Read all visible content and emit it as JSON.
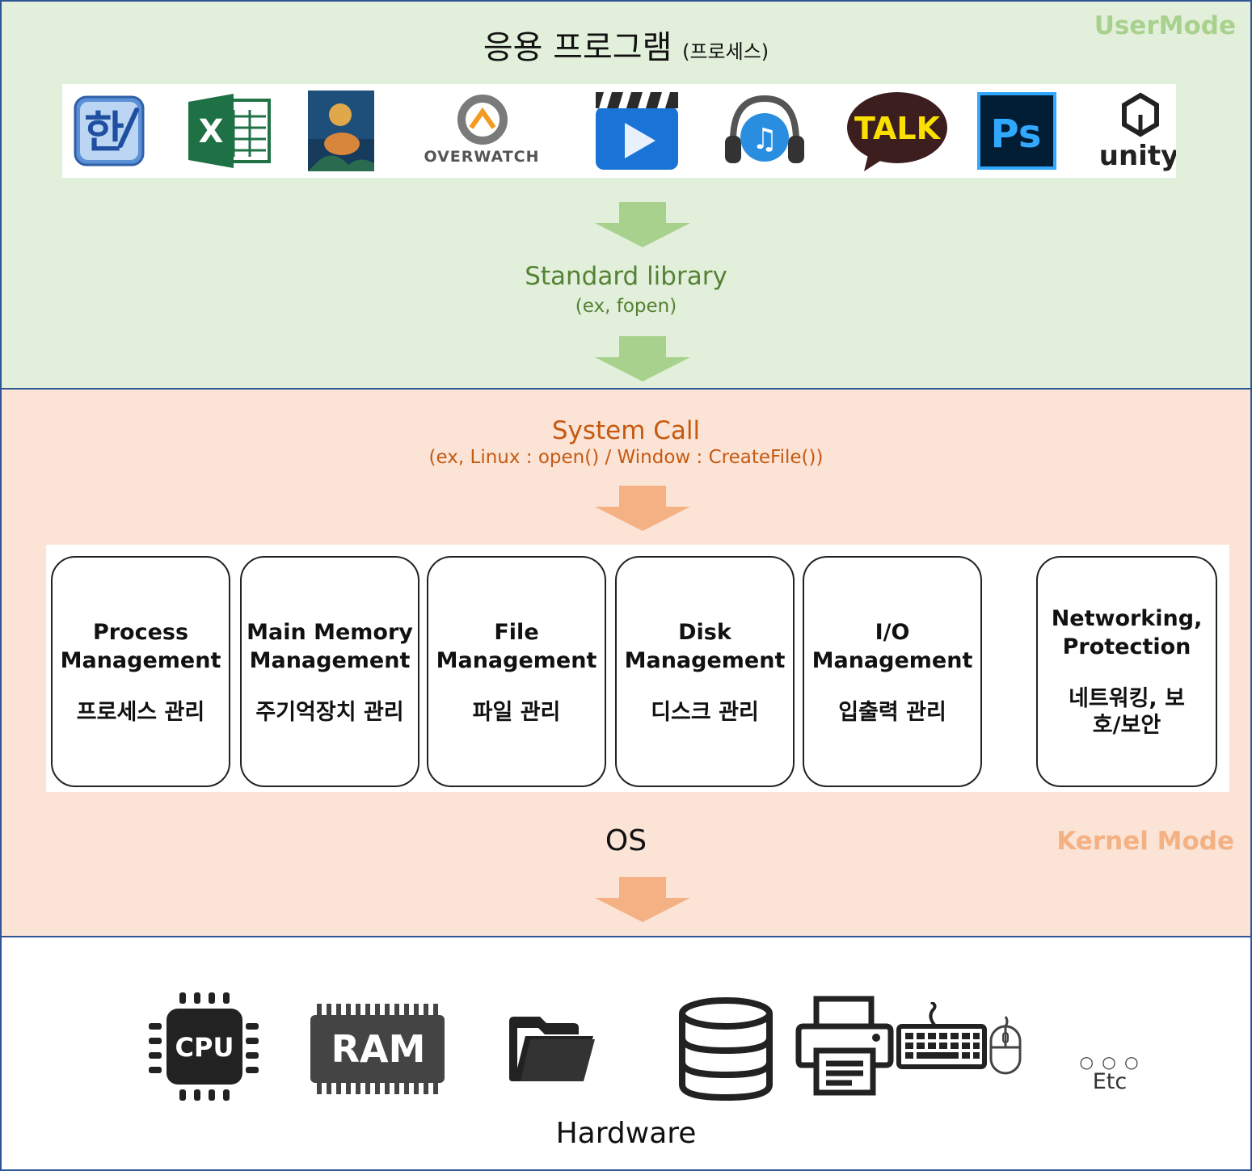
{
  "user_mode": {
    "mode_label": "UserMode",
    "title": "응용 프로그램",
    "title_sub": "(프로세스)",
    "apps": [
      {
        "icon": "hangul-word-processor-icon",
        "text": "한"
      },
      {
        "icon": "excel-icon",
        "text": "X"
      },
      {
        "icon": "game-art-icon",
        "text": ""
      },
      {
        "icon": "overwatch-icon",
        "text": "OVERWATCH"
      },
      {
        "icon": "video-player-icon",
        "text": ""
      },
      {
        "icon": "music-player-icon",
        "text": "♫"
      },
      {
        "icon": "kakaotalk-icon",
        "text": "TALK"
      },
      {
        "icon": "photoshop-icon",
        "text": "Ps"
      },
      {
        "icon": "unity-icon",
        "text": "unity"
      }
    ],
    "standard_library": {
      "title": "Standard library",
      "example": "(ex, fopen)"
    }
  },
  "kernel_mode": {
    "mode_label": "Kernel Mode",
    "system_call": {
      "title": "System Call",
      "example": "(ex, Linux : open() / Window : CreateFile())"
    },
    "modules": [
      {
        "en": "Process Management",
        "ko": "프로세스 관리"
      },
      {
        "en": "Main Memory Management",
        "ko": "주기억장치 관리"
      },
      {
        "en": "File Management",
        "ko": "파일 관리"
      },
      {
        "en": "Disk Management",
        "ko": "디스크 관리"
      },
      {
        "en": "I/O Management",
        "ko": "입출력 관리"
      },
      {
        "en": "Networking, Protection",
        "ko": "네트워킹, 보호/보안"
      }
    ],
    "os_label": "OS"
  },
  "hardware": {
    "label": "Hardware",
    "devices": [
      {
        "icon": "cpu-icon",
        "text": "CPU"
      },
      {
        "icon": "ram-icon",
        "text": "RAM"
      },
      {
        "icon": "folder-icon",
        "text": ""
      },
      {
        "icon": "database-icon",
        "text": ""
      },
      {
        "icon": "printer-icon",
        "text": ""
      },
      {
        "icon": "keyboard-icon",
        "text": ""
      },
      {
        "icon": "mouse-icon",
        "text": ""
      }
    ],
    "etc_dots": "○ ○ ○",
    "etc_label": "Etc"
  },
  "colors": {
    "user_bg": "#e2efda",
    "kernel_bg": "#fbe3d6",
    "border": "#2f5597",
    "green_text": "#548235",
    "green_arrow": "#a9d18e",
    "orange_text": "#c55a11",
    "orange_arrow": "#f4b183"
  }
}
